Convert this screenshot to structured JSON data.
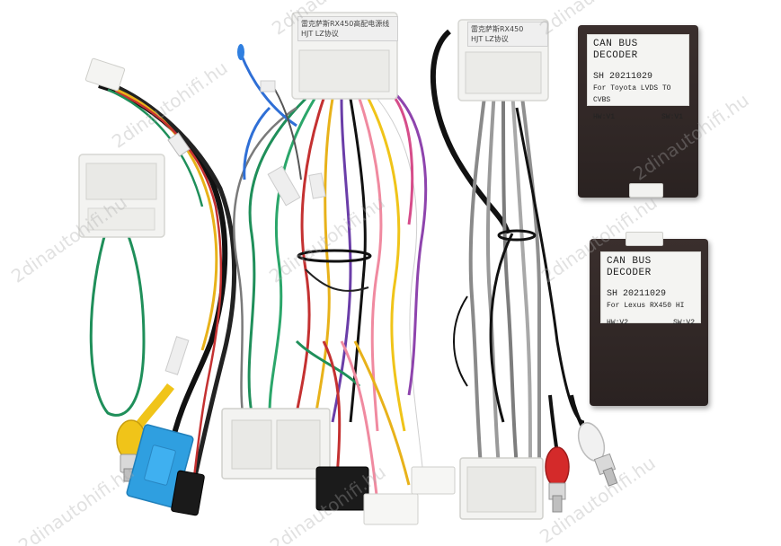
{
  "watermarks": [
    "2dinautohifi.hu",
    "2dinautohifi.hu",
    "2dinautohifi.hu",
    "2dinautohifi.hu",
    "2dinautohifi.hu",
    "2dinautohifi.hu",
    "2dinautohifi.hu",
    "2dinautohifi.hu",
    "2dinautohifi.hu",
    "2dinautohifi.hu"
  ],
  "connector_labels": {
    "main_top_line1": "雷克萨斯RX450高配电源线",
    "main_top_line2": "HJT  LZ协议",
    "right_top_line1": "雷克萨斯RX450",
    "right_top_line2": "HJT  LZ协议"
  },
  "module_top": {
    "title": "CAN BUS DECODER",
    "line2": "SH  20211029",
    "line3": "For Toyota LVDS TO CVBS",
    "hw": "HW:V1",
    "sw": "SW:V1"
  },
  "module_bottom": {
    "title": "CAN BUS DECODER",
    "line2": "SH  20211029",
    "line3": "For Lexus RX450 HI",
    "hw": "HW:V2",
    "sw": "SW:V2"
  },
  "colors": {
    "background": "#ffffff",
    "module_body": "#2e2524",
    "connector_white": "#f3f3f1",
    "cable_grey": "#8a8a8a",
    "rca_yellow": "#f0c419",
    "rca_red": "#d42a2a",
    "plug_blue": "#2f9fe0",
    "wire_green": "#1f8f5a"
  }
}
